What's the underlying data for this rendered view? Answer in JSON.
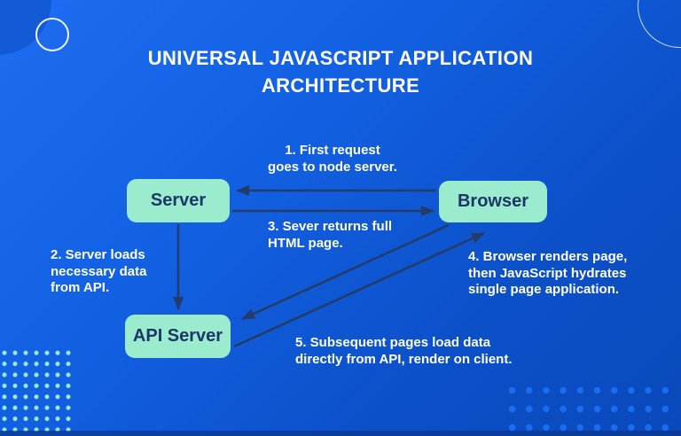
{
  "title": {
    "line1": "UNIVERSAL JAVASCRIPT APPLICATION",
    "line2": "ARCHITECTURE"
  },
  "nodes": {
    "server": {
      "label": "Server"
    },
    "browser": {
      "label": "Browser"
    },
    "api_server": {
      "label": "API Server"
    }
  },
  "annotations": {
    "step1": "1. First request\ngoes to node server.",
    "step2": "2. Server loads\nnecessary data\nfrom API.",
    "step3": "3.  Sever returns full\nHTML page.",
    "step4": "4. Browser renders page,\nthen JavaScript hydrates\nsingle page application.",
    "step5": "5. Subsequent pages load data\ndirectly from API, render on client."
  },
  "edges": [
    {
      "from": "browser",
      "to": "server",
      "label_ref": "step1"
    },
    {
      "from": "server",
      "to": "api_server",
      "label_ref": "step2"
    },
    {
      "from": "server",
      "to": "browser",
      "label_ref": "step3"
    },
    {
      "from": "api_server",
      "to": "browser",
      "label_ref": "step4"
    },
    {
      "from": "browser",
      "to": "api_server",
      "label_ref": "step5"
    }
  ],
  "colors": {
    "background_top": "#1e6df2",
    "background_bottom": "#0a49bb",
    "node_fill": "#9becce",
    "node_text": "#1d3668",
    "arrow": "#233c6a",
    "label_text": "#ffffff",
    "dots_left": "#9fe9d1",
    "dots_right": "#1a6cf0"
  }
}
